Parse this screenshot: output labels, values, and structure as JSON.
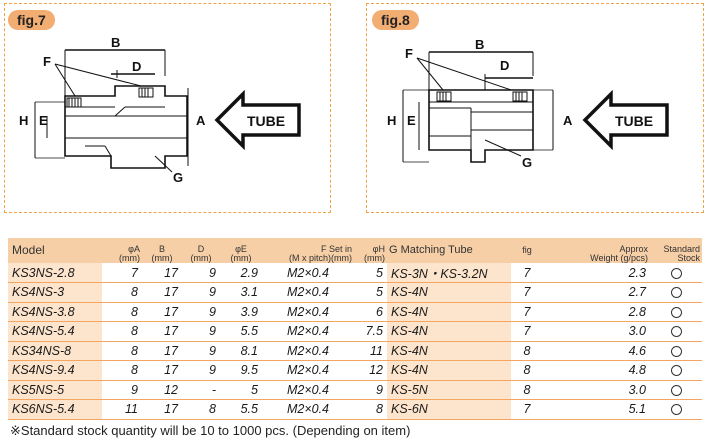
{
  "fig7": {
    "tag": "fig.7",
    "labels": {
      "B": "B",
      "D": "D",
      "F": "F",
      "H": "H",
      "E": "E",
      "A": "A",
      "G": "G"
    },
    "arrow_text": "TUBE"
  },
  "fig8": {
    "tag": "fig.8",
    "labels": {
      "B": "B",
      "D": "D",
      "F": "F",
      "H": "H",
      "E": "E",
      "A": "A",
      "G": "G"
    },
    "arrow_text": "TUBE"
  },
  "table": {
    "headers": {
      "model": "Model",
      "a_top": "φA",
      "a_unit": "(mm)",
      "b_top": "B",
      "b_unit": "(mm)",
      "d_top": "D",
      "d_unit": "(mm)",
      "e_top": "φE",
      "e_unit": "(mm)",
      "f_top": "F Set in",
      "f_unit": "(M x pitch)(mm)",
      "h_top": "φH",
      "h_unit": "(mm)",
      "g": "G Matching Tube",
      "fig": "fig",
      "w_top": "Approx",
      "w_unit": "Weight (g/pcs)",
      "s_top": "Standard",
      "s_unit": "Stock"
    },
    "rows": [
      {
        "model": "KS3NS-2.8",
        "a": "7",
        "b": "17",
        "d": "9",
        "e": "2.9",
        "f": "M2×0.4",
        "h": "5",
        "g": "KS-3N・KS-3.2N",
        "fig": "7",
        "w": "2.3"
      },
      {
        "model": "KS4NS-3",
        "a": "8",
        "b": "17",
        "d": "9",
        "e": "3.1",
        "f": "M2×0.4",
        "h": "5",
        "g": "KS-4N",
        "fig": "7",
        "w": "2.7"
      },
      {
        "model": "KS4NS-3.8",
        "a": "8",
        "b": "17",
        "d": "9",
        "e": "3.9",
        "f": "M2×0.4",
        "h": "6",
        "g": "KS-4N",
        "fig": "7",
        "w": "2.8"
      },
      {
        "model": "KS4NS-5.4",
        "a": "8",
        "b": "17",
        "d": "9",
        "e": "5.5",
        "f": "M2×0.4",
        "h": "7.5",
        "g": "KS-4N",
        "fig": "7",
        "w": "3.0"
      },
      {
        "model": "KS34NS-8",
        "a": "8",
        "b": "17",
        "d": "9",
        "e": "8.1",
        "f": "M2×0.4",
        "h": "11",
        "g": "KS-4N",
        "fig": "8",
        "w": "4.6"
      },
      {
        "model": "KS4NS-9.4",
        "a": "8",
        "b": "17",
        "d": "9",
        "e": "9.5",
        "f": "M2×0.4",
        "h": "12",
        "g": "KS-4N",
        "fig": "8",
        "w": "4.8"
      },
      {
        "model": "KS5NS-5",
        "a": "9",
        "b": "12",
        "d": "-",
        "e": "5",
        "f": "M2×0.4",
        "h": "9",
        "g": "KS-5N",
        "fig": "8",
        "w": "3.0"
      },
      {
        "model": "KS6NS-5.4",
        "a": "11",
        "b": "17",
        "d": "8",
        "e": "5.5",
        "f": "M2×0.4",
        "h": "8",
        "g": "KS-6N",
        "fig": "7",
        "w": "5.1"
      }
    ]
  },
  "footnote": "※Standard stock quantity will be 10 to 1000 pcs. (Depending on item)",
  "colors": {
    "accent_orange": "#f2ad73",
    "dash_border": "#f0a347",
    "header_bg": "#f6cfa6",
    "model_bg": "#fde4cc",
    "row_line": "#f4a661"
  }
}
